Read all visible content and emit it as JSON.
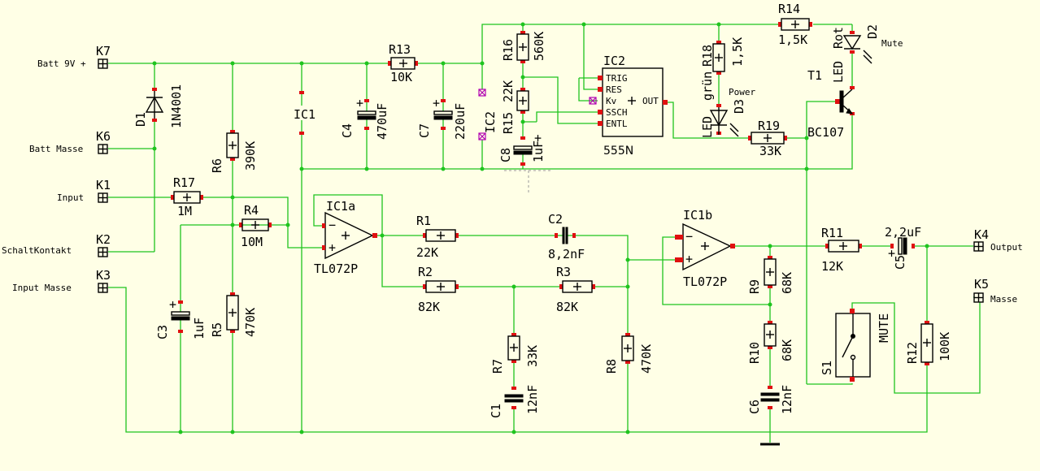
{
  "connectors": {
    "k7": {
      "ref": "K7",
      "label": "Batt 9V +"
    },
    "k6": {
      "ref": "K6",
      "label": "Batt Masse"
    },
    "k1": {
      "ref": "K1",
      "label": "Input"
    },
    "k2": {
      "ref": "K2",
      "label": "SchaltKontakt"
    },
    "k3": {
      "ref": "K3",
      "label": "Input Masse"
    },
    "k4": {
      "ref": "K4",
      "label": "Output"
    },
    "k5": {
      "ref": "K5",
      "label": "Masse"
    }
  },
  "resistors": {
    "r1": {
      "ref": "R1",
      "value": "22K"
    },
    "r2": {
      "ref": "R2",
      "value": "82K"
    },
    "r3": {
      "ref": "R3",
      "value": "82K"
    },
    "r4": {
      "ref": "R4",
      "value": "10M"
    },
    "r5": {
      "ref": "R5",
      "value": "470K"
    },
    "r6": {
      "ref": "R6",
      "value": "390K"
    },
    "r7": {
      "ref": "R7",
      "value": "33K"
    },
    "r8": {
      "ref": "R8",
      "value": "470K"
    },
    "r9": {
      "ref": "R9",
      "value": "68K"
    },
    "r10": {
      "ref": "R10",
      "value": "68K"
    },
    "r11": {
      "ref": "R11",
      "value": "12K"
    },
    "r12": {
      "ref": "R12",
      "value": "100K"
    },
    "r13": {
      "ref": "R13",
      "value": "10K"
    },
    "r14": {
      "ref": "R14",
      "value": "1,5K"
    },
    "r15": {
      "ref": "R15",
      "value": "22K"
    },
    "r16": {
      "ref": "R16",
      "value": "560K"
    },
    "r17": {
      "ref": "R17",
      "value": "1M"
    },
    "r18": {
      "ref": "R18",
      "value": "1,5K"
    },
    "r19": {
      "ref": "R19",
      "value": "33K"
    }
  },
  "capacitors": {
    "c1": {
      "ref": "C1",
      "value": "12nF"
    },
    "c2": {
      "ref": "C2",
      "value": "8,2nF"
    },
    "c3": {
      "ref": "C3",
      "value": "1uF"
    },
    "c4": {
      "ref": "C4",
      "value": "470uF"
    },
    "c5": {
      "ref": "C5",
      "value": "2,2uF"
    },
    "c6": {
      "ref": "C6",
      "value": "12nF"
    },
    "c7": {
      "ref": "C7",
      "value": "220uF"
    },
    "c8": {
      "ref": "C8",
      "value": "1uF"
    }
  },
  "ics": {
    "ic1a": {
      "ref": "IC1a",
      "value": "TL072P"
    },
    "ic1b": {
      "ref": "IC1b",
      "value": "TL072P"
    },
    "ic1_supply": "IC1",
    "ic2_supply": "IC2",
    "ic2": {
      "ref": "IC2",
      "value": "555N",
      "pins": [
        "TRIG",
        "RES",
        "Kv",
        "SSCH",
        "ENTL"
      ],
      "out": "OUT"
    }
  },
  "semis": {
    "d1": {
      "ref": "D1",
      "value": "1N4001"
    },
    "d2": {
      "ref": "D2",
      "color": "Rot",
      "type": "LED",
      "note": "Mute"
    },
    "d3": {
      "ref": "D3",
      "color": "grün",
      "type": "LED",
      "note": "Power"
    },
    "t1": {
      "ref": "T1",
      "value": "BC107"
    }
  },
  "switch": {
    "ref": "S1",
    "label": "MUTE"
  }
}
